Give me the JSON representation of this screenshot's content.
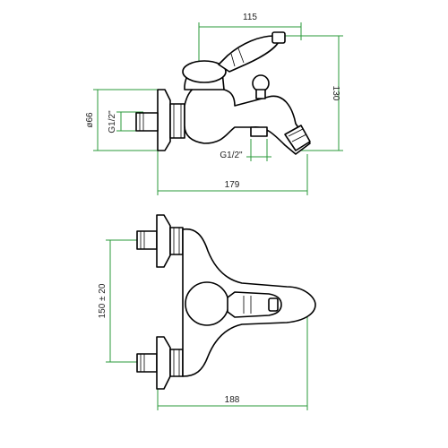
{
  "top_view": {
    "dim_width": "115",
    "dim_height": "130",
    "dim_diameter": "ø66",
    "dim_thread_left": "G1/2\"",
    "dim_thread_bottom": "G1/2\"",
    "dim_total": "179"
  },
  "bottom_view": {
    "dim_spacing": "150 ± 20",
    "dim_total": "188"
  },
  "colors": {
    "dimension_line": "#2a9a3a",
    "outline": "#000000"
  }
}
